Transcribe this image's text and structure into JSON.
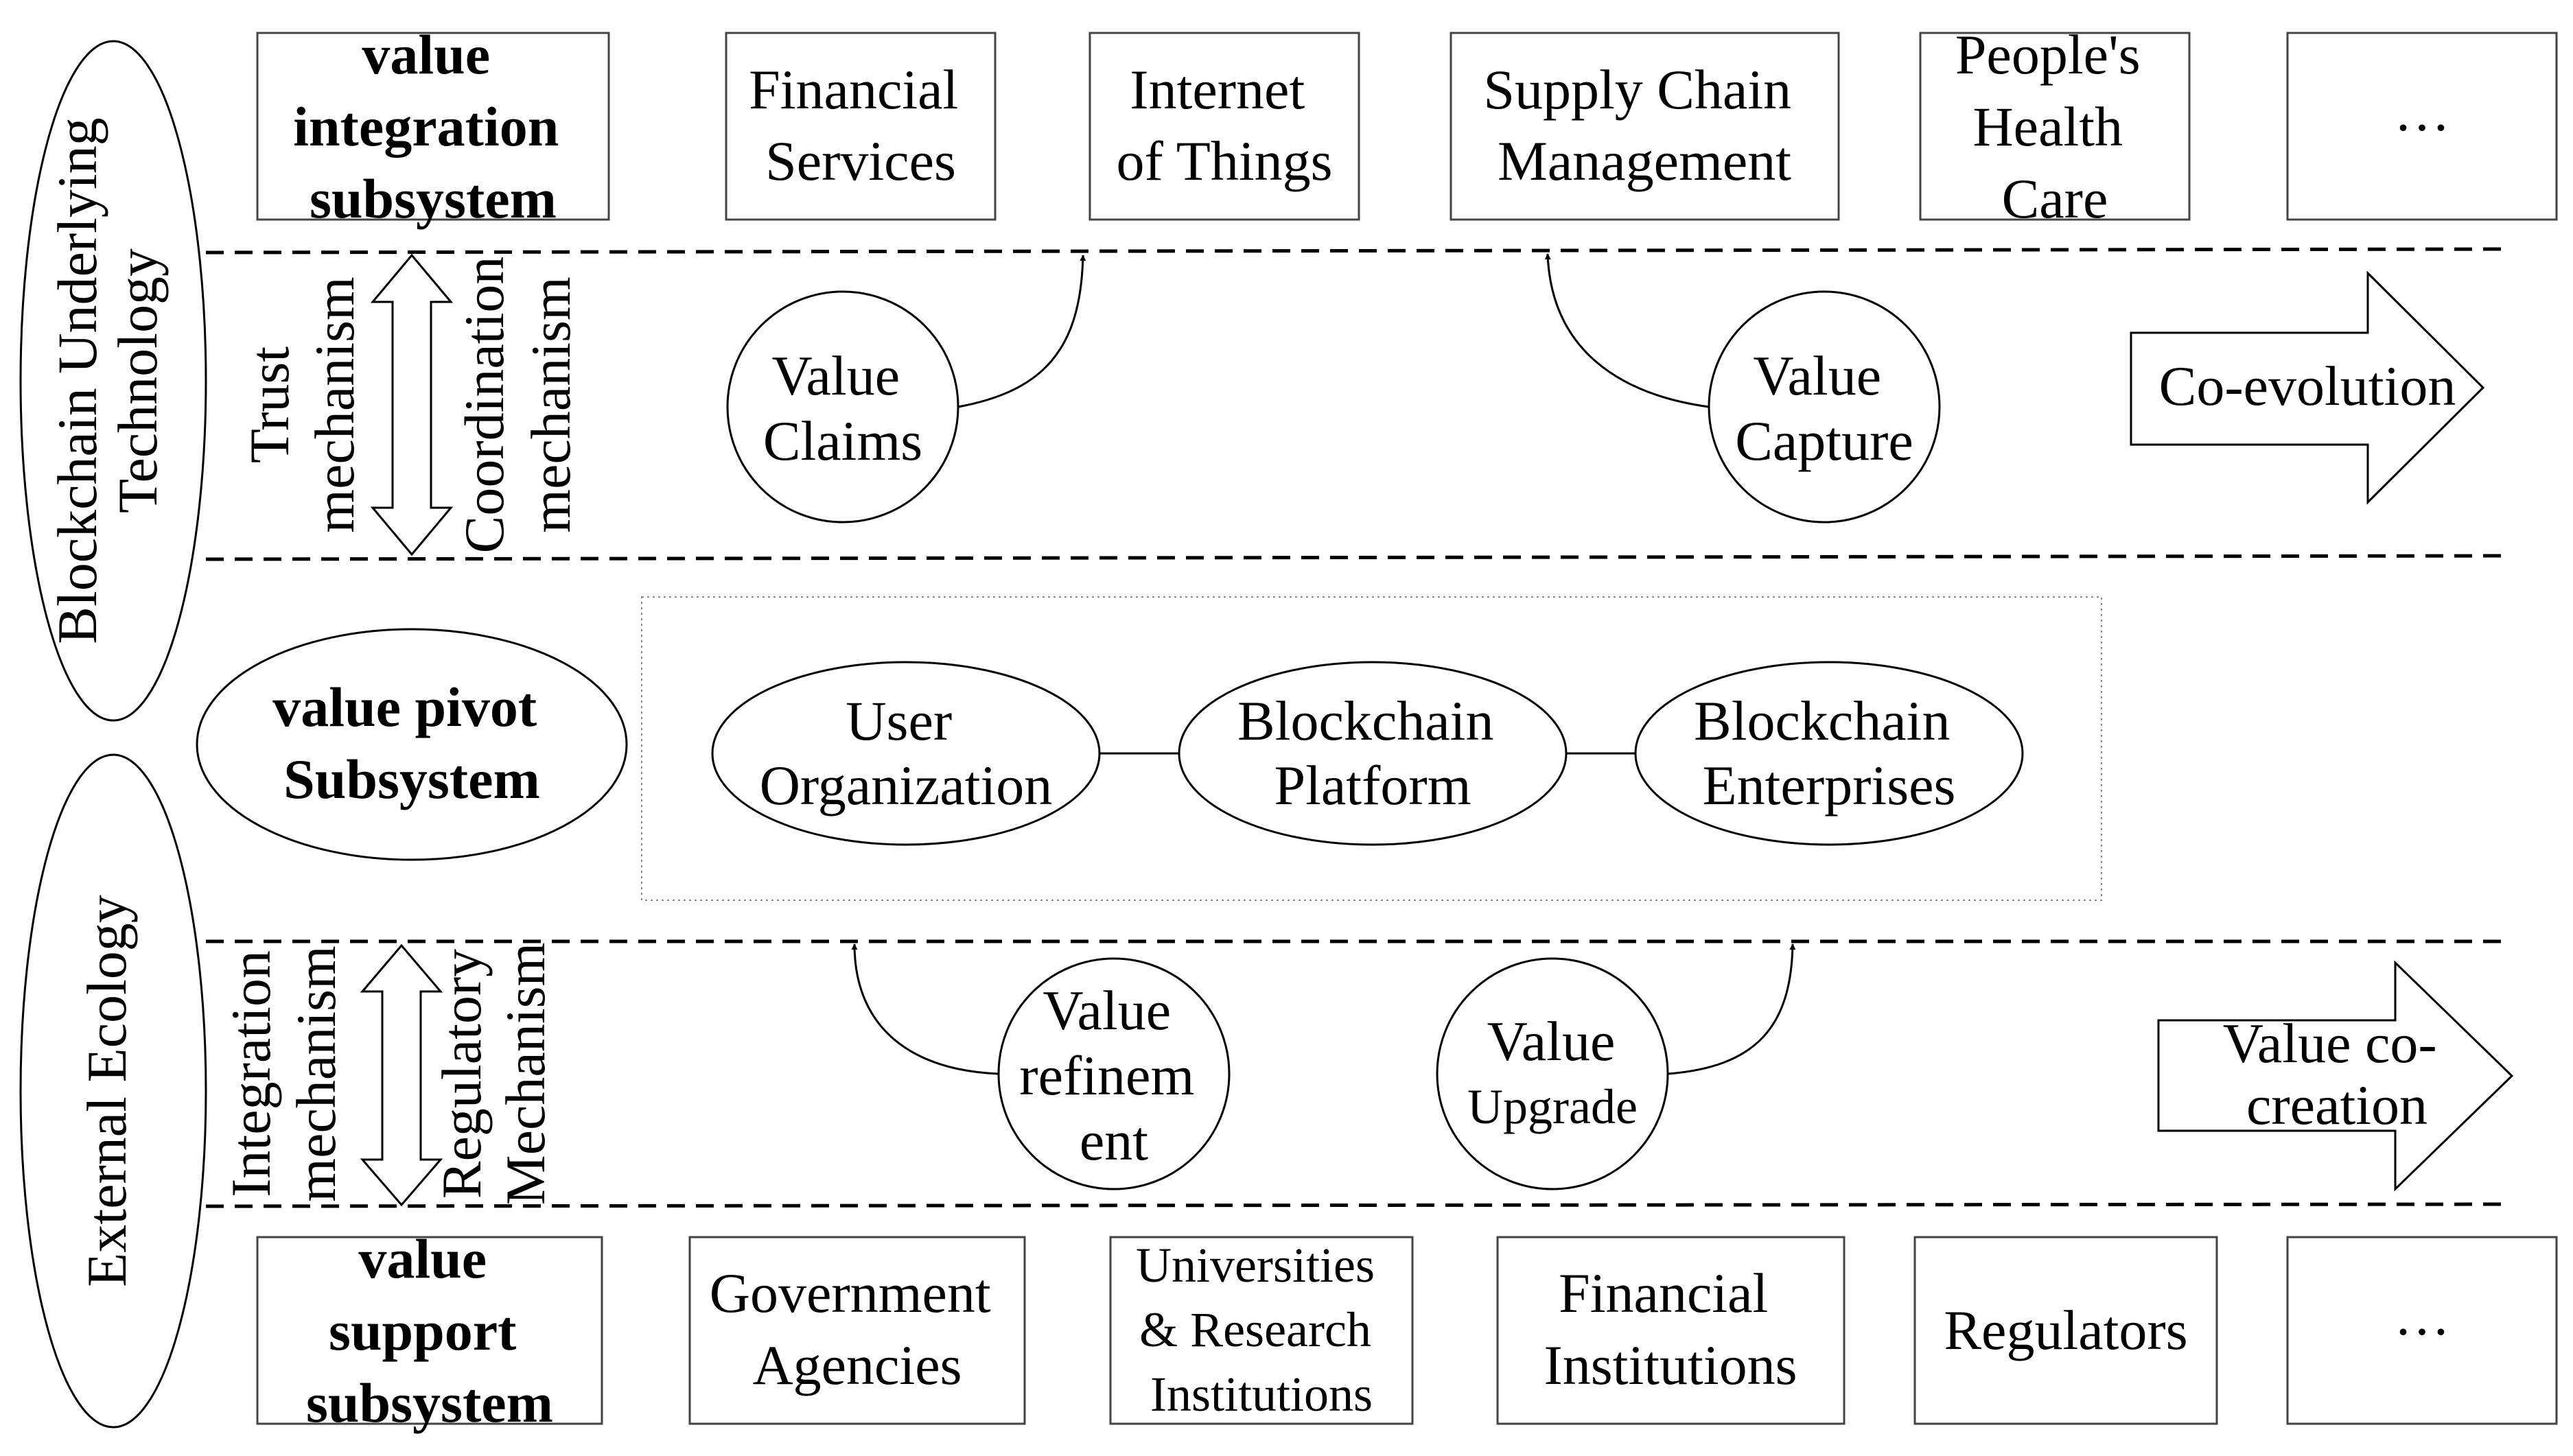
{
  "top_row": {
    "box1": [
      "value",
      "integration",
      "subsystem"
    ],
    "box2": [
      "Financial",
      "Services"
    ],
    "box3": [
      "Internet",
      "of Things"
    ],
    "box4": [
      "Supply Chain",
      "Management"
    ],
    "box5": [
      "People's",
      "Health",
      "Care"
    ],
    "box6": "…"
  },
  "left_labels": {
    "upper": [
      "Blockchain Underlying",
      "Technology"
    ],
    "lower": "External Ecology"
  },
  "upper_band": {
    "mech_left": [
      "Trust",
      "mechanism"
    ],
    "mech_right": [
      "Coordination",
      "mechanism"
    ],
    "value_claims": [
      "Value",
      "Claims"
    ],
    "value_capture": [
      "Value",
      "Capture"
    ],
    "arrow": "Co-evolution"
  },
  "middle": {
    "pivot": [
      "value pivot",
      "Subsystem"
    ],
    "node1": [
      "User",
      "Organization"
    ],
    "node2": [
      "Blockchain",
      "Platform"
    ],
    "node3": [
      "Blockchain",
      "Enterprises"
    ]
  },
  "lower_band": {
    "mech_left": [
      "Integration",
      "mechanism"
    ],
    "mech_right": [
      "Regulatory",
      "Mechanism"
    ],
    "value_refinement": [
      "Value",
      "refinem",
      "ent"
    ],
    "value_upgrade": [
      "Value",
      "Upgrade"
    ],
    "arrow": [
      "Value co-",
      "creation"
    ]
  },
  "bottom_row": {
    "box1": [
      "value",
      "support",
      "subsystem"
    ],
    "box2": [
      "Government",
      "Agencies"
    ],
    "box3": [
      "Universities",
      "& Research",
      "Institutions"
    ],
    "box4": [
      "Financial",
      "Institutions"
    ],
    "box5": "Regulators",
    "box6": "…"
  }
}
